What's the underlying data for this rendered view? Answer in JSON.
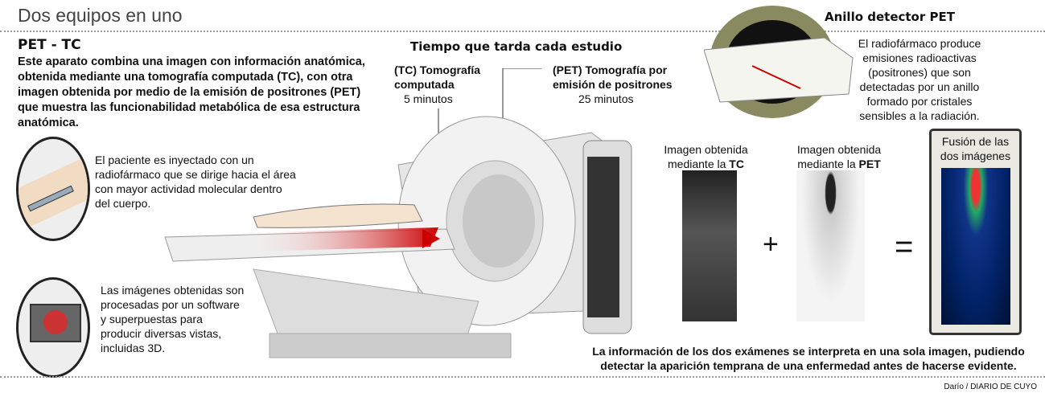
{
  "title": "Dos equipos en uno",
  "intro": {
    "heading": "PET - TC",
    "text": "Este aparato combina una imagen con información anatómica, obtenida mediante una tomografía computada (TC), con otra imagen obtenida por medio de la emisión de positrones (PET) que muestra las funcionabilidad metabólica de esa estructura anatómica."
  },
  "timing": {
    "heading": "Tiempo que tarda cada estudio",
    "tc_label": "(TC) Tomografía computada",
    "tc_time": "5 minutos",
    "pet_label": "(PET) Tomografía por emisión de positrones",
    "pet_time": "25 minutos"
  },
  "injection_text": "El paciente es inyectado con un radiofármaco que se dirige hacia el área con mayor actividad molecular dentro del cuerpo.",
  "software_text": "Las imágenes obtenidas son procesadas por un software y superpuestas para producir diversas vistas, incluidas 3D.",
  "ring": {
    "heading": "Anillo detector PET",
    "text": "El radiofármaco produce emisiones radioactivas (positrones) que son detectadas por un anillo formado por cristales sensibles a la radiación."
  },
  "images": {
    "tc_prefix": "Imagen obtenida mediante la ",
    "tc_bold": "TC",
    "pet_prefix": "Imagen obtenida mediante la ",
    "pet_bold": "PET",
    "fusion": "Fusión de las dos imágenes",
    "plus": "+",
    "equals": "="
  },
  "conclusion": "La información de los dos exámenes se interpreta en una sola imagen, pudiendo detectar la aparición temprana de una enfermedad antes de hacerse evidente.",
  "credit": "Darío / DIARIO DE CUYO"
}
